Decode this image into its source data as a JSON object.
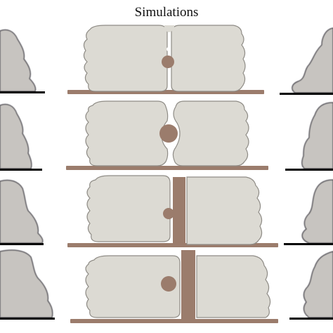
{
  "title": "Simulations",
  "colors": {
    "background": "#ffffff",
    "blob_fill": "#dcdad3",
    "blob_stroke": "#8f8c86",
    "substrate": "#9b7c6c",
    "photo_fill": "#c7c4c0",
    "photo_edge": "#55535a",
    "photo_baseline": "#000000"
  },
  "panels": [
    {
      "variant": "notch-top"
    },
    {
      "variant": "sphere"
    },
    {
      "variant": "wall-short"
    },
    {
      "variant": "wall-tall"
    }
  ]
}
